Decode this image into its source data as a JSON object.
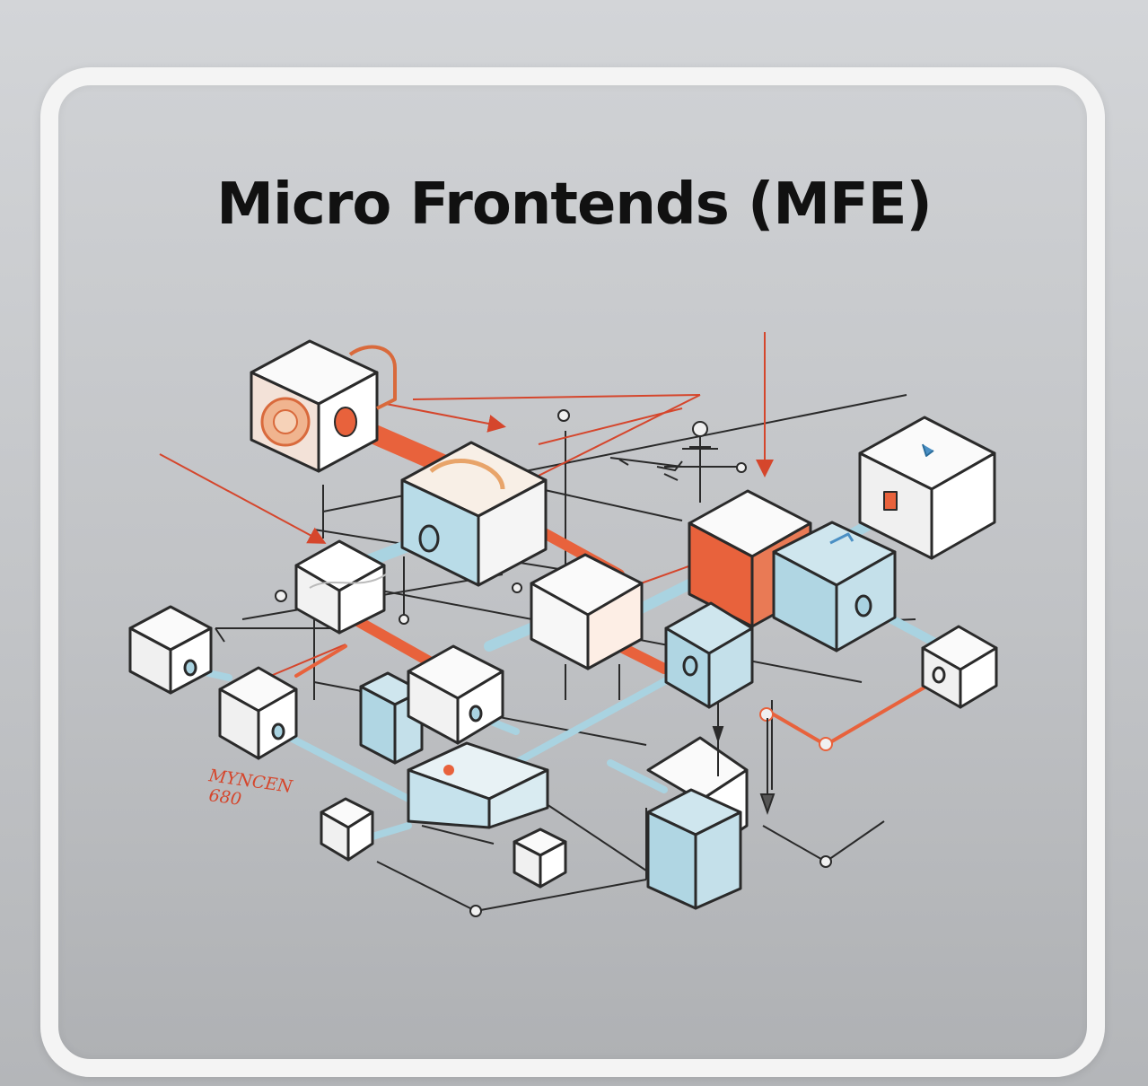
{
  "title": "Micro Frontends (MFE)",
  "scribble_line1": "MYNCEN",
  "scribble_line2": "680",
  "colors": {
    "accent_orange": "#e8623c",
    "accent_blue": "#a9d3e1",
    "line_dark": "#2a2a2a",
    "line_red": "#d5462c",
    "cube_white": "#f4f4f4"
  },
  "icons": [
    "cube-icon",
    "arrow-icon",
    "connector-icon"
  ]
}
